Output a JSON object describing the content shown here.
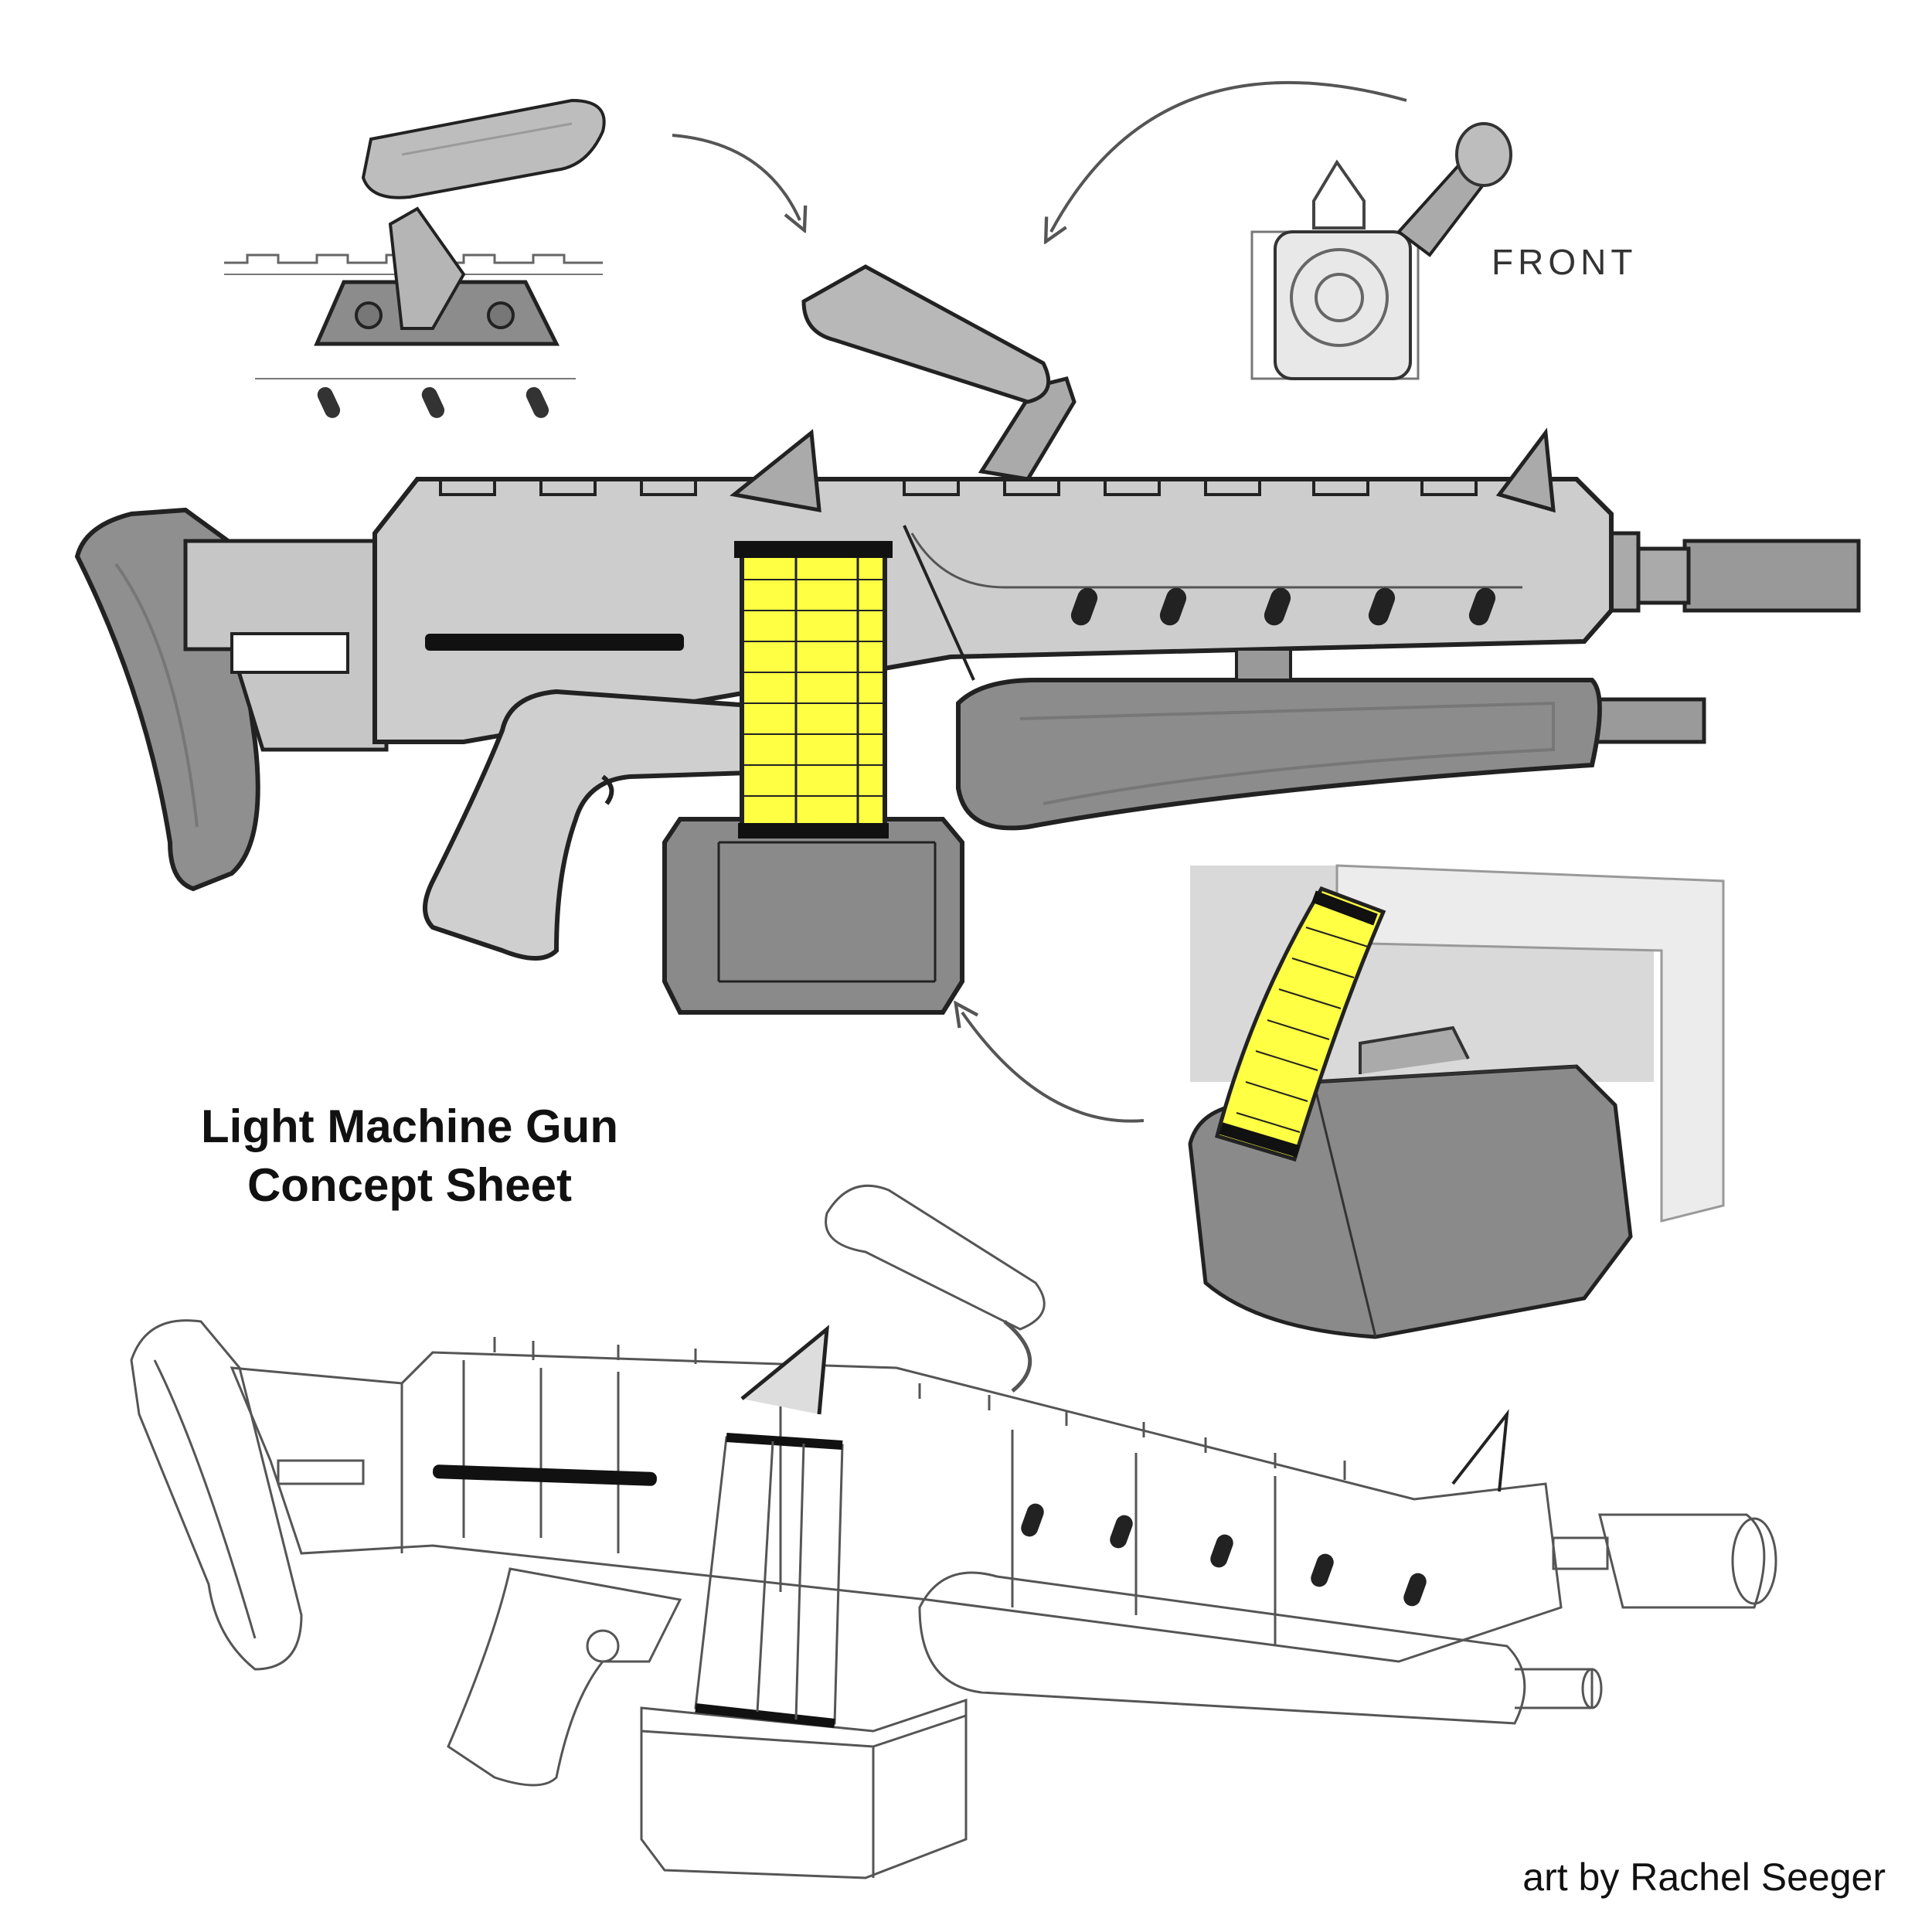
{
  "sheet": {
    "title_line1": "Light Machine Gun",
    "title_line2": "Concept Sheet",
    "front_label": "FRONT",
    "credit": "art by Rachel Seeger"
  },
  "palette": {
    "body_light": "#cfcfcf",
    "body_mid": "#a9a9a9",
    "body_dark": "#8a8a8a",
    "ammo_belt": "#ffff44",
    "line": "#222222",
    "sketch_line": "#555555"
  },
  "views": [
    {
      "name": "carry-handle-detail"
    },
    {
      "name": "front-view"
    },
    {
      "name": "side-view-shaded"
    },
    {
      "name": "ammo-box-perspective"
    },
    {
      "name": "perspective-wireframe"
    }
  ]
}
